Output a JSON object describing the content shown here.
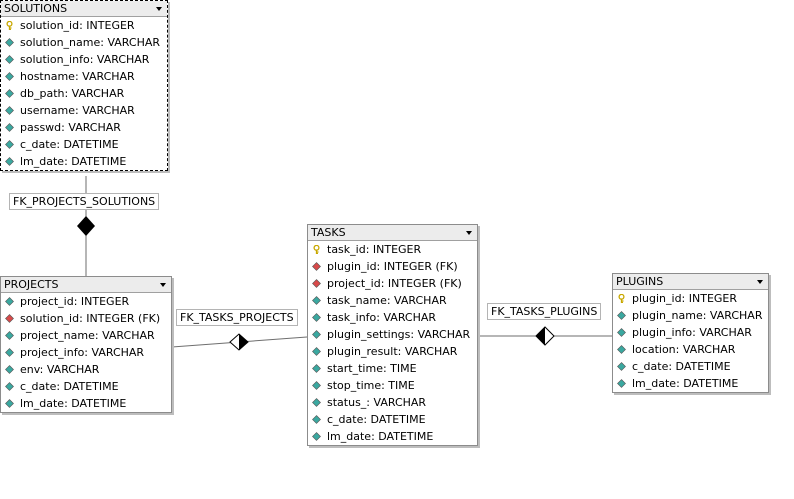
{
  "colors": {
    "pk_key": "#c8a800",
    "fk_diamond": "#d84a4a",
    "attr_diamond": "#3aa8a0",
    "header_bg": "#ececec",
    "border": "#8c8c8c"
  },
  "tables": [
    {
      "id": "solutions",
      "name": "SOLUTIONS",
      "selected": true,
      "columns": [
        {
          "label": "solution_id: INTEGER",
          "icon": "primary-key-icon"
        },
        {
          "label": "solution_name: VARCHAR",
          "icon": "column-diamond-icon"
        },
        {
          "label": "solution_info: VARCHAR",
          "icon": "column-diamond-icon"
        },
        {
          "label": "hostname: VARCHAR",
          "icon": "column-diamond-icon"
        },
        {
          "label": "db_path: VARCHAR",
          "icon": "column-diamond-icon"
        },
        {
          "label": "username: VARCHAR",
          "icon": "column-diamond-icon"
        },
        {
          "label": "passwd: VARCHAR",
          "icon": "column-diamond-icon"
        },
        {
          "label": "c_date: DATETIME",
          "icon": "column-diamond-icon"
        },
        {
          "label": "lm_date: DATETIME",
          "icon": "column-diamond-icon"
        }
      ]
    },
    {
      "id": "projects",
      "name": "PROJECTS",
      "selected": false,
      "columns": [
        {
          "label": "project_id: INTEGER",
          "icon": "column-diamond-icon"
        },
        {
          "label": "solution_id: INTEGER (FK)",
          "icon": "foreign-key-diamond-icon"
        },
        {
          "label": "project_name: VARCHAR",
          "icon": "column-diamond-icon"
        },
        {
          "label": "project_info: VARCHAR",
          "icon": "column-diamond-icon"
        },
        {
          "label": "env: VARCHAR",
          "icon": "column-diamond-icon"
        },
        {
          "label": "c_date: DATETIME",
          "icon": "column-diamond-icon"
        },
        {
          "label": "lm_date: DATETIME",
          "icon": "column-diamond-icon"
        }
      ]
    },
    {
      "id": "tasks",
      "name": "TASKS",
      "selected": false,
      "columns": [
        {
          "label": "task_id: INTEGER",
          "icon": "primary-key-icon"
        },
        {
          "label": "plugin_id: INTEGER (FK)",
          "icon": "foreign-key-diamond-icon"
        },
        {
          "label": "project_id: INTEGER (FK)",
          "icon": "foreign-key-diamond-icon"
        },
        {
          "label": "task_name: VARCHAR",
          "icon": "column-diamond-icon"
        },
        {
          "label": "task_info: VARCHAR",
          "icon": "column-diamond-icon"
        },
        {
          "label": "plugin_settings: VARCHAR",
          "icon": "column-diamond-icon"
        },
        {
          "label": "plugin_result: VARCHAR",
          "icon": "column-diamond-icon"
        },
        {
          "label": "start_time: TIME",
          "icon": "column-diamond-icon"
        },
        {
          "label": "stop_time: TIME",
          "icon": "column-diamond-icon"
        },
        {
          "label": "status_: VARCHAR",
          "icon": "column-diamond-icon"
        },
        {
          "label": "c_date: DATETIME",
          "icon": "column-diamond-icon"
        },
        {
          "label": "lm_date: DATETIME",
          "icon": "column-diamond-icon"
        }
      ]
    },
    {
      "id": "plugins",
      "name": "PLUGINS",
      "selected": false,
      "columns": [
        {
          "label": "plugin_id: INTEGER",
          "icon": "primary-key-icon"
        },
        {
          "label": "plugin_name: VARCHAR",
          "icon": "column-diamond-icon"
        },
        {
          "label": "plugin_info: VARCHAR",
          "icon": "column-diamond-icon"
        },
        {
          "label": "location: VARCHAR",
          "icon": "column-diamond-icon"
        },
        {
          "label": "c_date: DATETIME",
          "icon": "column-diamond-icon"
        },
        {
          "label": "lm_date: DATETIME",
          "icon": "column-diamond-icon"
        }
      ]
    }
  ],
  "relationships": [
    {
      "id": "fk-projects-solutions",
      "label": "FK_PROJECTS_SOLUTIONS"
    },
    {
      "id": "fk-tasks-projects",
      "label": "FK_TASKS_PROJECTS"
    },
    {
      "id": "fk-tasks-plugins",
      "label": "FK_TASKS_PLUGINS"
    }
  ]
}
